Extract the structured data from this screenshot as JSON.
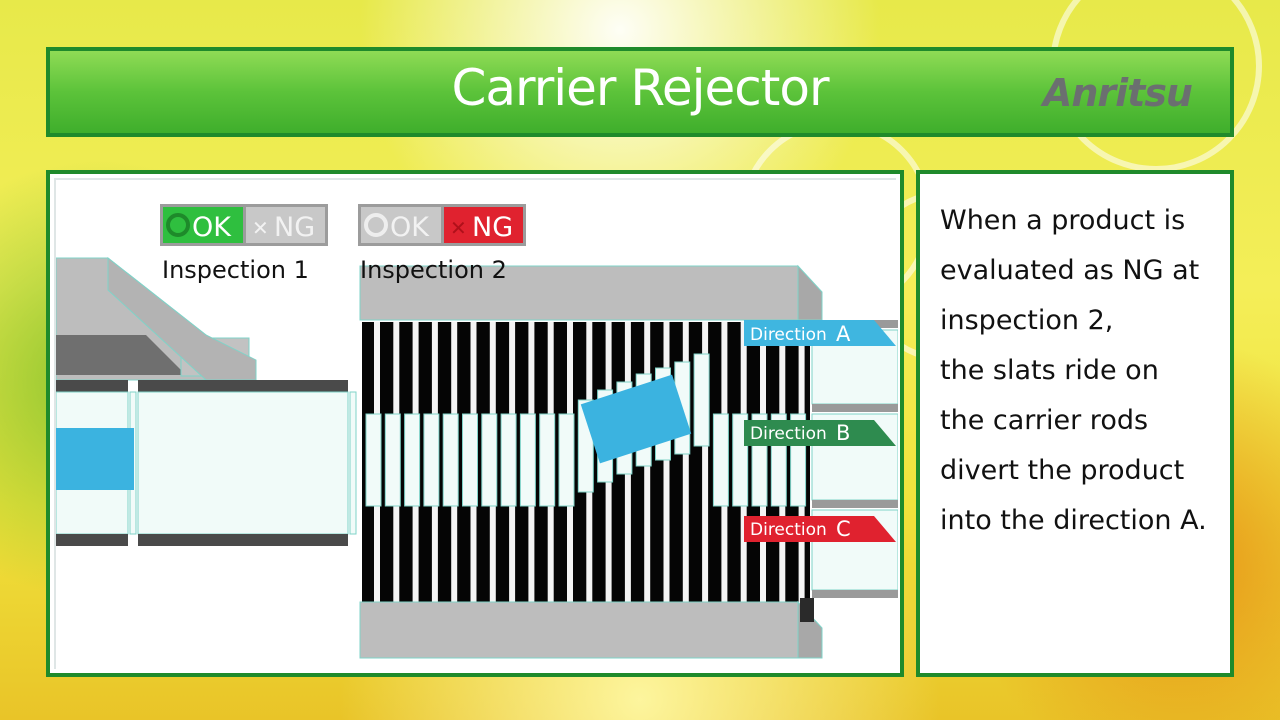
{
  "header": {
    "title": "Carrier Rejector",
    "logo": "Anritsu"
  },
  "inspection1": {
    "ok": "OK",
    "ng": "NG",
    "label": "Inspection 1",
    "result": "OK"
  },
  "inspection2": {
    "ok": "OK",
    "ng": "NG",
    "label": "Inspection 2",
    "result": "NG"
  },
  "directions": [
    {
      "label": "Direction ",
      "letter": "A",
      "color": "#3fb6e0"
    },
    {
      "label": "Direction ",
      "letter": "B",
      "color": "#2e8b4f"
    },
    {
      "label": "Direction ",
      "letter": "C",
      "color": "#e0222f"
    }
  ],
  "description": [
    "When a product is",
    "evaluated as NG at",
    "inspection 2,",
    "the slats ride on",
    "the carrier rods",
    "divert the product",
    "into the direction A."
  ],
  "colors": {
    "frame": "#1f8a2b",
    "product": "#3bb3e0",
    "ok_lamp": "#2fbf3f",
    "ng_lamp": "#e0222f"
  }
}
